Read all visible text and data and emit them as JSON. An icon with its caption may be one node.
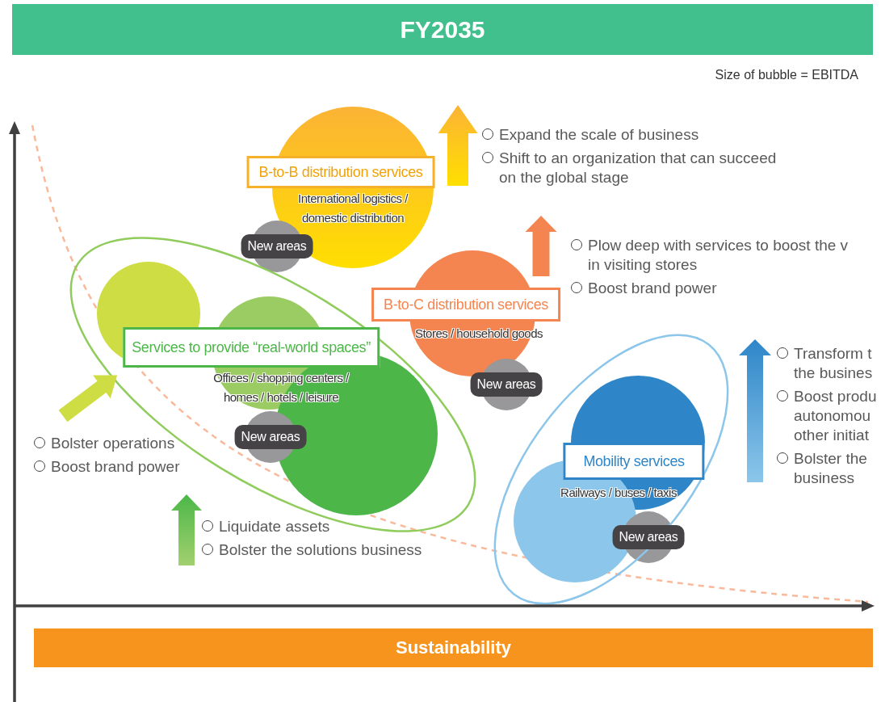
{
  "diagram": {
    "title": "FY2035",
    "nodes": [
      {
        "text": [
          "B-to-B distribution services"
        ],
        "beside": [
          "International logistics / domestic distribution"
        ]
      },
      {
        "text": [
          "New areas"
        ]
      },
      {
        "text": [
          "B-to-C distribution services"
        ],
        "beside": [
          "Stores / household goods"
        ]
      },
      {
        "text": [
          "Services to provide “real-world spaces”"
        ],
        "beside": [
          "Offices / shopping centers / homes / hotels / leisure"
        ]
      },
      {
        "text": [
          "New areas"
        ]
      },
      {
        "text": [
          "New areas"
        ]
      },
      {
        "text": [
          "Mobility services"
        ],
        "beside": [
          "Railways / buses / taxis"
        ]
      },
      {
        "text": [
          "New areas"
        ]
      },
      {
        "text": [
          "Sustainability"
        ]
      }
    ],
    "labels": [
      "Size of bubble = EBITDA",
      "Expand the scale of business",
      "Shift to an organization that can succeed on the global stage",
      "Plow deep with services to boost the v in visiting stores",
      "Boost brand power",
      "Transform t the busines",
      "Boost produ autonomou other initiat",
      "Bolster the business",
      "Bolster operations",
      "Boost brand power",
      "Liquidate assets",
      "Bolster the solutions business"
    ]
  }
}
